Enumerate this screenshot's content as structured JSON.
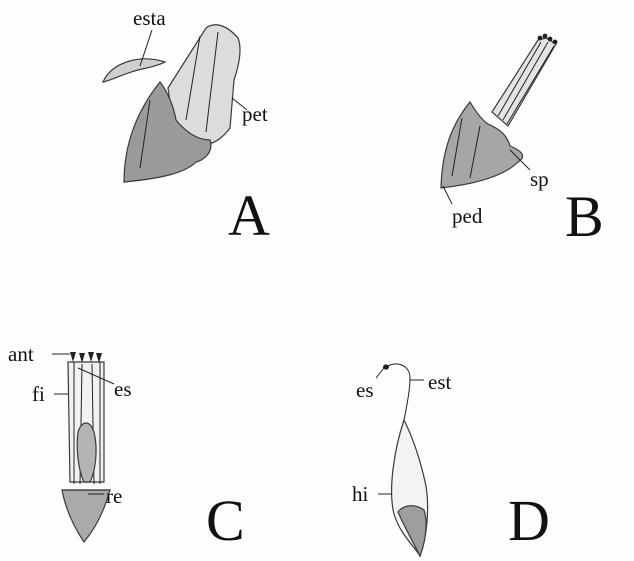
{
  "panels": {
    "A": {
      "letter": "A",
      "labels": {
        "esta": "esta",
        "pet": "pet"
      }
    },
    "B": {
      "letter": "B",
      "labels": {
        "sp": "sp",
        "ped": "ped"
      }
    },
    "C": {
      "letter": "C",
      "labels": {
        "ant": "ant",
        "fi": "fi",
        "es": "es",
        "re": "re"
      }
    },
    "D": {
      "letter": "D",
      "labels": {
        "es": "es",
        "est": "est",
        "hi": "hi"
      }
    }
  },
  "colors": {
    "ink": "#111111",
    "sepal": "#9b9b9b",
    "petal": "#d9d9d9",
    "pale": "#ececec"
  }
}
